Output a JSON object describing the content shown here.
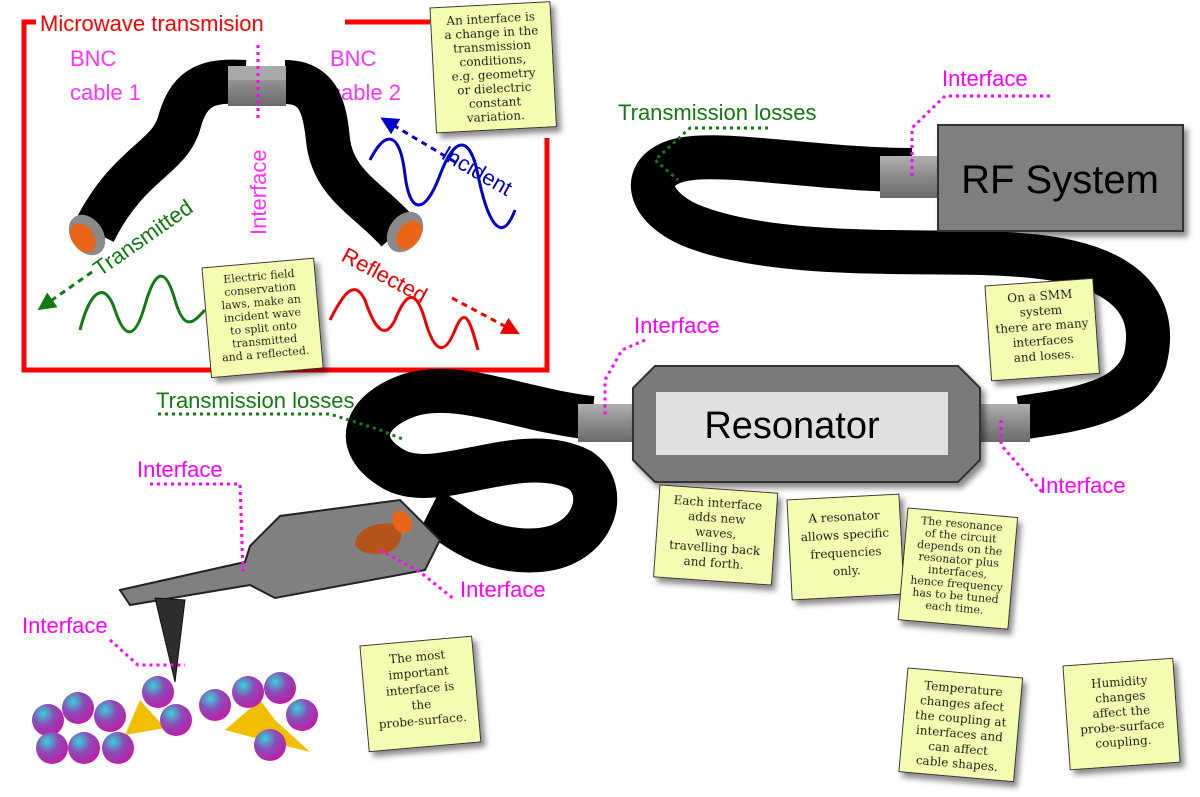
{
  "panel": {
    "title": "Microwave transmision",
    "cable1_line1": "BNC",
    "cable1_line2": "cable 1",
    "cable2_line1": "BNC",
    "cable2_line2": "cable 2",
    "interface_label": "Interface",
    "incident_label": "Incident",
    "transmitted_label": "Transmitted",
    "reflected_label": "Reflected"
  },
  "labels": {
    "rf_system": "RF System",
    "resonator": "Resonator",
    "transmission_losses_top": "Transmission losses",
    "transmission_losses_mid": "Transmission losses",
    "interface_rf": "Interface",
    "interface_res_left": "Interface",
    "interface_res_right": "Interface",
    "interface_probe_top": "Interface",
    "interface_probe_tip": "Interface",
    "interface_surface": "Interface"
  },
  "notes": {
    "interface_def": [
      "An interface is",
      "a change in the",
      "transmission",
      "conditions,",
      "e.g. geometry",
      "or dielectric",
      "constant",
      "variation."
    ],
    "field_conservation": [
      "Electric field",
      "conservation",
      "laws, make an",
      "incident wave",
      "to split onto",
      "transmitted",
      "and a reflected."
    ],
    "smm_system": [
      "On a SMM",
      "system",
      "there are many",
      "interfaces",
      "and loses."
    ],
    "each_interface": [
      "Each interface",
      "adds new",
      "waves,",
      "travelling back",
      "and forth."
    ],
    "resonator_freq": [
      "A resonator",
      "allows specific",
      "frequencies",
      "only."
    ],
    "resonance_tuning": [
      "The resonance",
      "of the circuit",
      "depends on the",
      "resonator plus",
      "interfaces,",
      "hence frequency",
      "has to be tuned",
      "each time."
    ],
    "probe_surface": [
      "The most",
      "important",
      "interface is",
      "the",
      "probe-surface."
    ],
    "temperature": [
      "Temperature",
      "changes afect",
      "the coupling at",
      "interfaces and",
      "can affect",
      "cable shapes."
    ],
    "humidity": [
      "Humidity",
      "changes",
      "affect the",
      "probe-surface",
      "coupling."
    ]
  },
  "colors": {
    "panel_border": "#ff0000",
    "interface_magenta": "#ff00ff",
    "losses_green": "#117a11",
    "incident_blue": "#0000cc",
    "reflected_red": "#ee0000",
    "transmitted_green": "#117a11",
    "note_yellow": "#f5fbb0",
    "box_gray": "#7f7f7f"
  }
}
